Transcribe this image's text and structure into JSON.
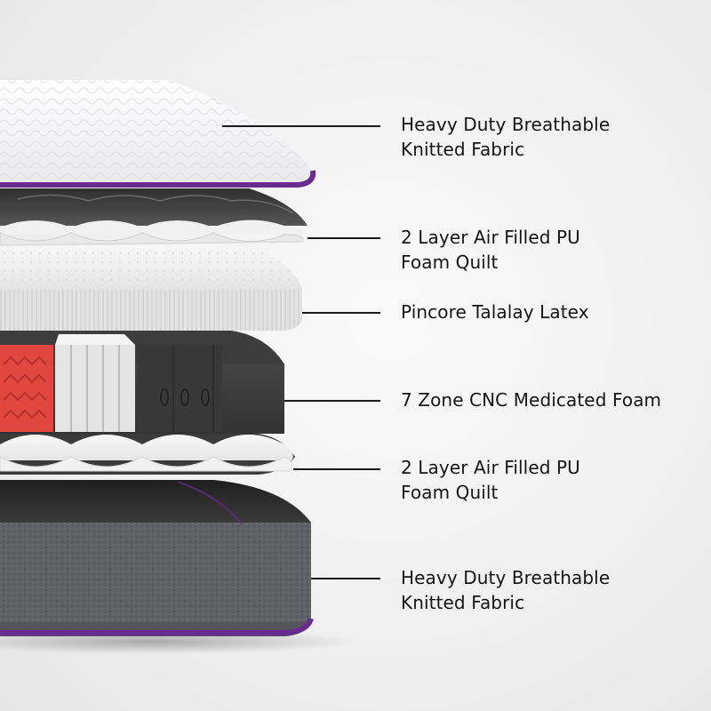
{
  "layers": [
    {
      "id": "top-fabric",
      "lines": [
        "Heavy Duty Breathable",
        "Knitted Fabric"
      ]
    },
    {
      "id": "top-quilt",
      "lines": [
        "2 Layer Air Filled PU",
        "Foam Quilt"
      ]
    },
    {
      "id": "latex",
      "lines": [
        "Pincore Talalay Latex"
      ]
    },
    {
      "id": "cnc-foam",
      "lines": [
        "7 Zone CNC Medicated Foam"
      ]
    },
    {
      "id": "bottom-quilt",
      "lines": [
        "2 Layer Air Filled PU",
        "Foam Quilt"
      ]
    },
    {
      "id": "bottom-fabric",
      "lines": [
        "Heavy Duty Breathable",
        "Knitted Fabric"
      ]
    }
  ],
  "colors": {
    "piping": "#6b2a8f",
    "fabric": "#f2f2f4",
    "foam_dark": "#3c3c3c",
    "zone_accent": "#e2473f",
    "base_side": "#5f6066"
  }
}
